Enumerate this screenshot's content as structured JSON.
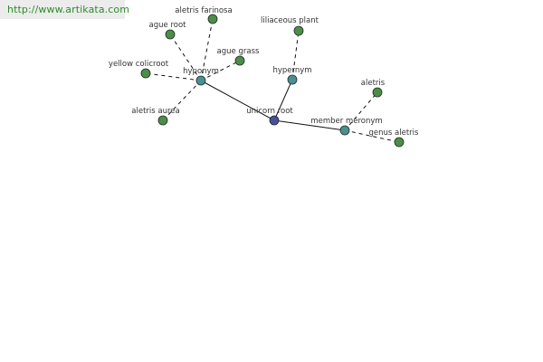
{
  "site_url": "http://www.artikata.com",
  "colors": {
    "leaf_node": "#4e8c4a",
    "relation_node": "#4a8f94",
    "center_node": "#4a4f9c",
    "edge": "#111111",
    "url_text": "#2e8b2e"
  },
  "graph": {
    "center": {
      "id": "center",
      "label": "unicorn root"
    },
    "relations": [
      {
        "id": "hyponym",
        "label": "hyponym"
      },
      {
        "id": "hypernym",
        "label": "hypernym"
      },
      {
        "id": "meronym",
        "label": "member meronym"
      }
    ],
    "leaves": [
      {
        "id": "aletris-farinosa",
        "label": "aletris farinosa",
        "parent": "hyponym"
      },
      {
        "id": "ague-root",
        "label": "ague root",
        "parent": "hyponym"
      },
      {
        "id": "ague-grass",
        "label": "ague grass",
        "parent": "hyponym"
      },
      {
        "id": "yellow-colicroot",
        "label": "yellow colicroot",
        "parent": "hyponym"
      },
      {
        "id": "aletris-aurea",
        "label": "aletris aurea",
        "parent": "hyponym"
      },
      {
        "id": "liliaceous-plant",
        "label": "liliaceous plant",
        "parent": "hypernym"
      },
      {
        "id": "aletris",
        "label": "aletris",
        "parent": "meronym"
      },
      {
        "id": "genus-aletris",
        "label": "genus aletris",
        "parent": "meronym"
      }
    ]
  }
}
